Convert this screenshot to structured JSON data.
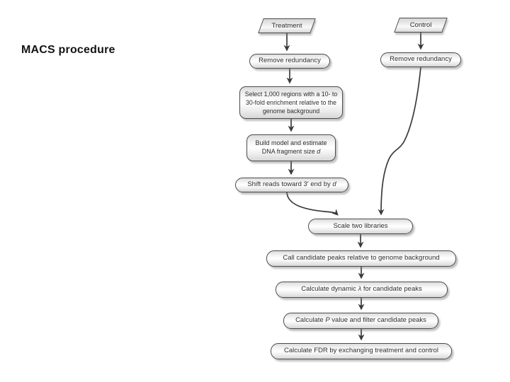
{
  "title": "MACS procedure",
  "colors": {
    "box_border": "#4b4b4b",
    "arrow": "#3a3a3a",
    "node_text": "#2e2e2e",
    "title_color": "#141414"
  },
  "flowchart": {
    "treatment": {
      "label": "Treatment"
    },
    "control": {
      "label": "Control"
    },
    "remove_redundancy_treatment": {
      "label": "Remove redundancy"
    },
    "remove_redundancy_control": {
      "label": "Remove redundancy"
    },
    "select_regions": {
      "label": "Select 1,000 regions with a 10- to 30-fold enrichment relative to the genome background"
    },
    "build_model": {
      "pre": "Build model and estimate DNA fragment size ",
      "var": "d"
    },
    "shift_reads": {
      "pre": "Shift reads toward 3′ end by ",
      "var": "d"
    },
    "scale_libraries": {
      "label": "Scale two libraries"
    },
    "call_peaks": {
      "label": "Call candidate peaks relative to genome background"
    },
    "calc_lambda": {
      "pre": "Calculate dynamic ",
      "var": "λ",
      "post": " for candidate peaks"
    },
    "calc_pvalue": {
      "pre": "Calculate ",
      "var": "P",
      "post": " value and filter candidate peaks"
    },
    "calc_fdr": {
      "label": "Calculate FDR by exchanging treatment and control"
    }
  }
}
